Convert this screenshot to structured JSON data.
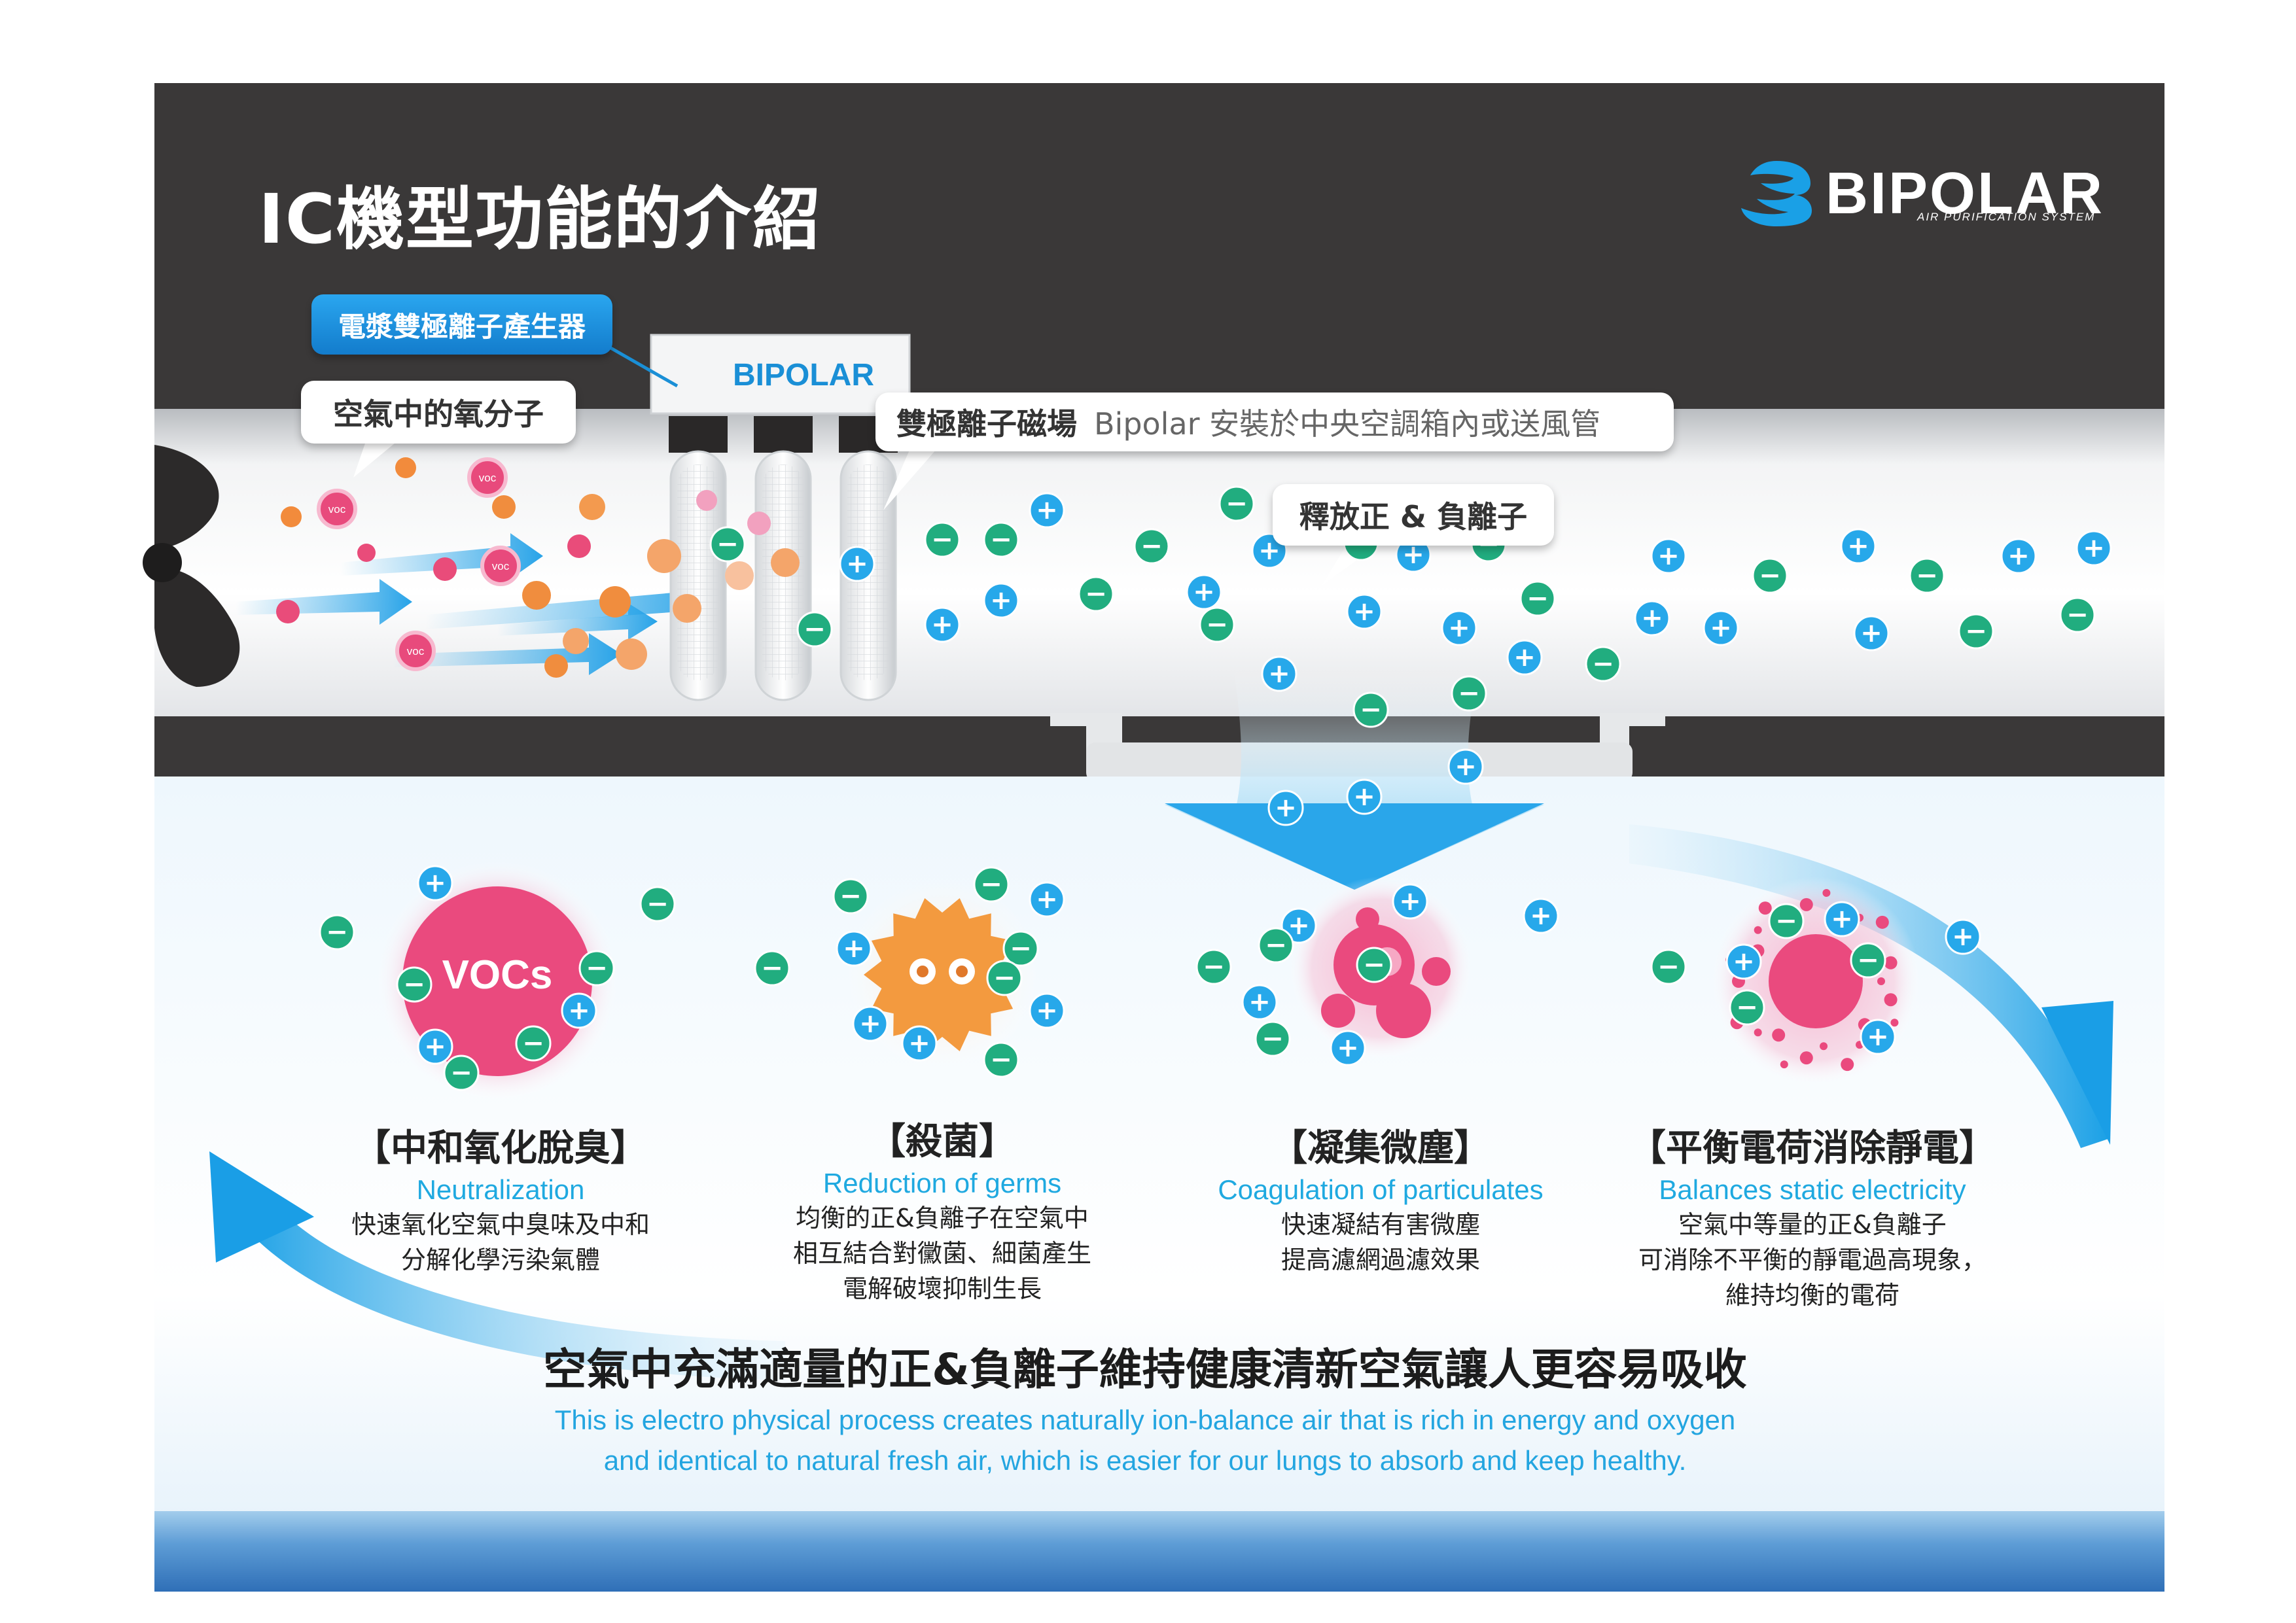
{
  "title": "IC機型功能的介紹",
  "brand": {
    "name": "BIPOLAR",
    "tagline": "AIR PURIFICATION SYSTEM",
    "color": "#1a8fd6"
  },
  "generator": {
    "label": "電漿雙極離子產生器",
    "brand_on_unit": "BIPOLAR"
  },
  "callouts": {
    "oxygen": "空氣中的氧分子",
    "field_title": "雙極離子磁場",
    "field_desc": "Bipolar 安裝於中央空調箱內或送風管",
    "release": "釋放正 & 負離子"
  },
  "particles": {
    "voc_tag": "voc",
    "plus_sign": "+",
    "minus_sign": "−",
    "positive_color": "#27a8ea",
    "negative_color": "#21ad7f"
  },
  "functions": [
    {
      "icon_label": "VOCs",
      "title": "【中和氧化脫臭】",
      "subtitle": "Neutralization",
      "lines": [
        "快速氧化空氣中臭味及中和",
        "分解化學污染氣體"
      ]
    },
    {
      "title": "【殺菌】",
      "subtitle": "Reduction of germs",
      "lines": [
        "均衡的正&負離子在空氣中",
        "相互結合對黴菌、細菌產生",
        "電解破壞抑制生長"
      ]
    },
    {
      "title": "【凝集微塵】",
      "subtitle": "Coagulation  of  particulates",
      "lines": [
        "快速凝結有害微塵",
        "提高濾網過濾效果"
      ]
    },
    {
      "title": "【平衡電荷消除靜電】",
      "subtitle": "Balances  static electricity",
      "lines": [
        "空氣中等量的正&負離子",
        "可消除不平衡的靜電過高現象，",
        "維持均衡的電荷"
      ]
    }
  ],
  "summary": {
    "cn": "空氣中充滿適量的正&負離子維持健康清新空氣讓人更容易吸收",
    "en_lines": [
      "This is electro  physical process  creates  naturally  ion-balance  air that  is rich in  energy  and  oxygen",
      "and  identical  to natural  fresh  air,  which is easier  for our  lungs  to  absorb  and  keep  healthy."
    ]
  }
}
